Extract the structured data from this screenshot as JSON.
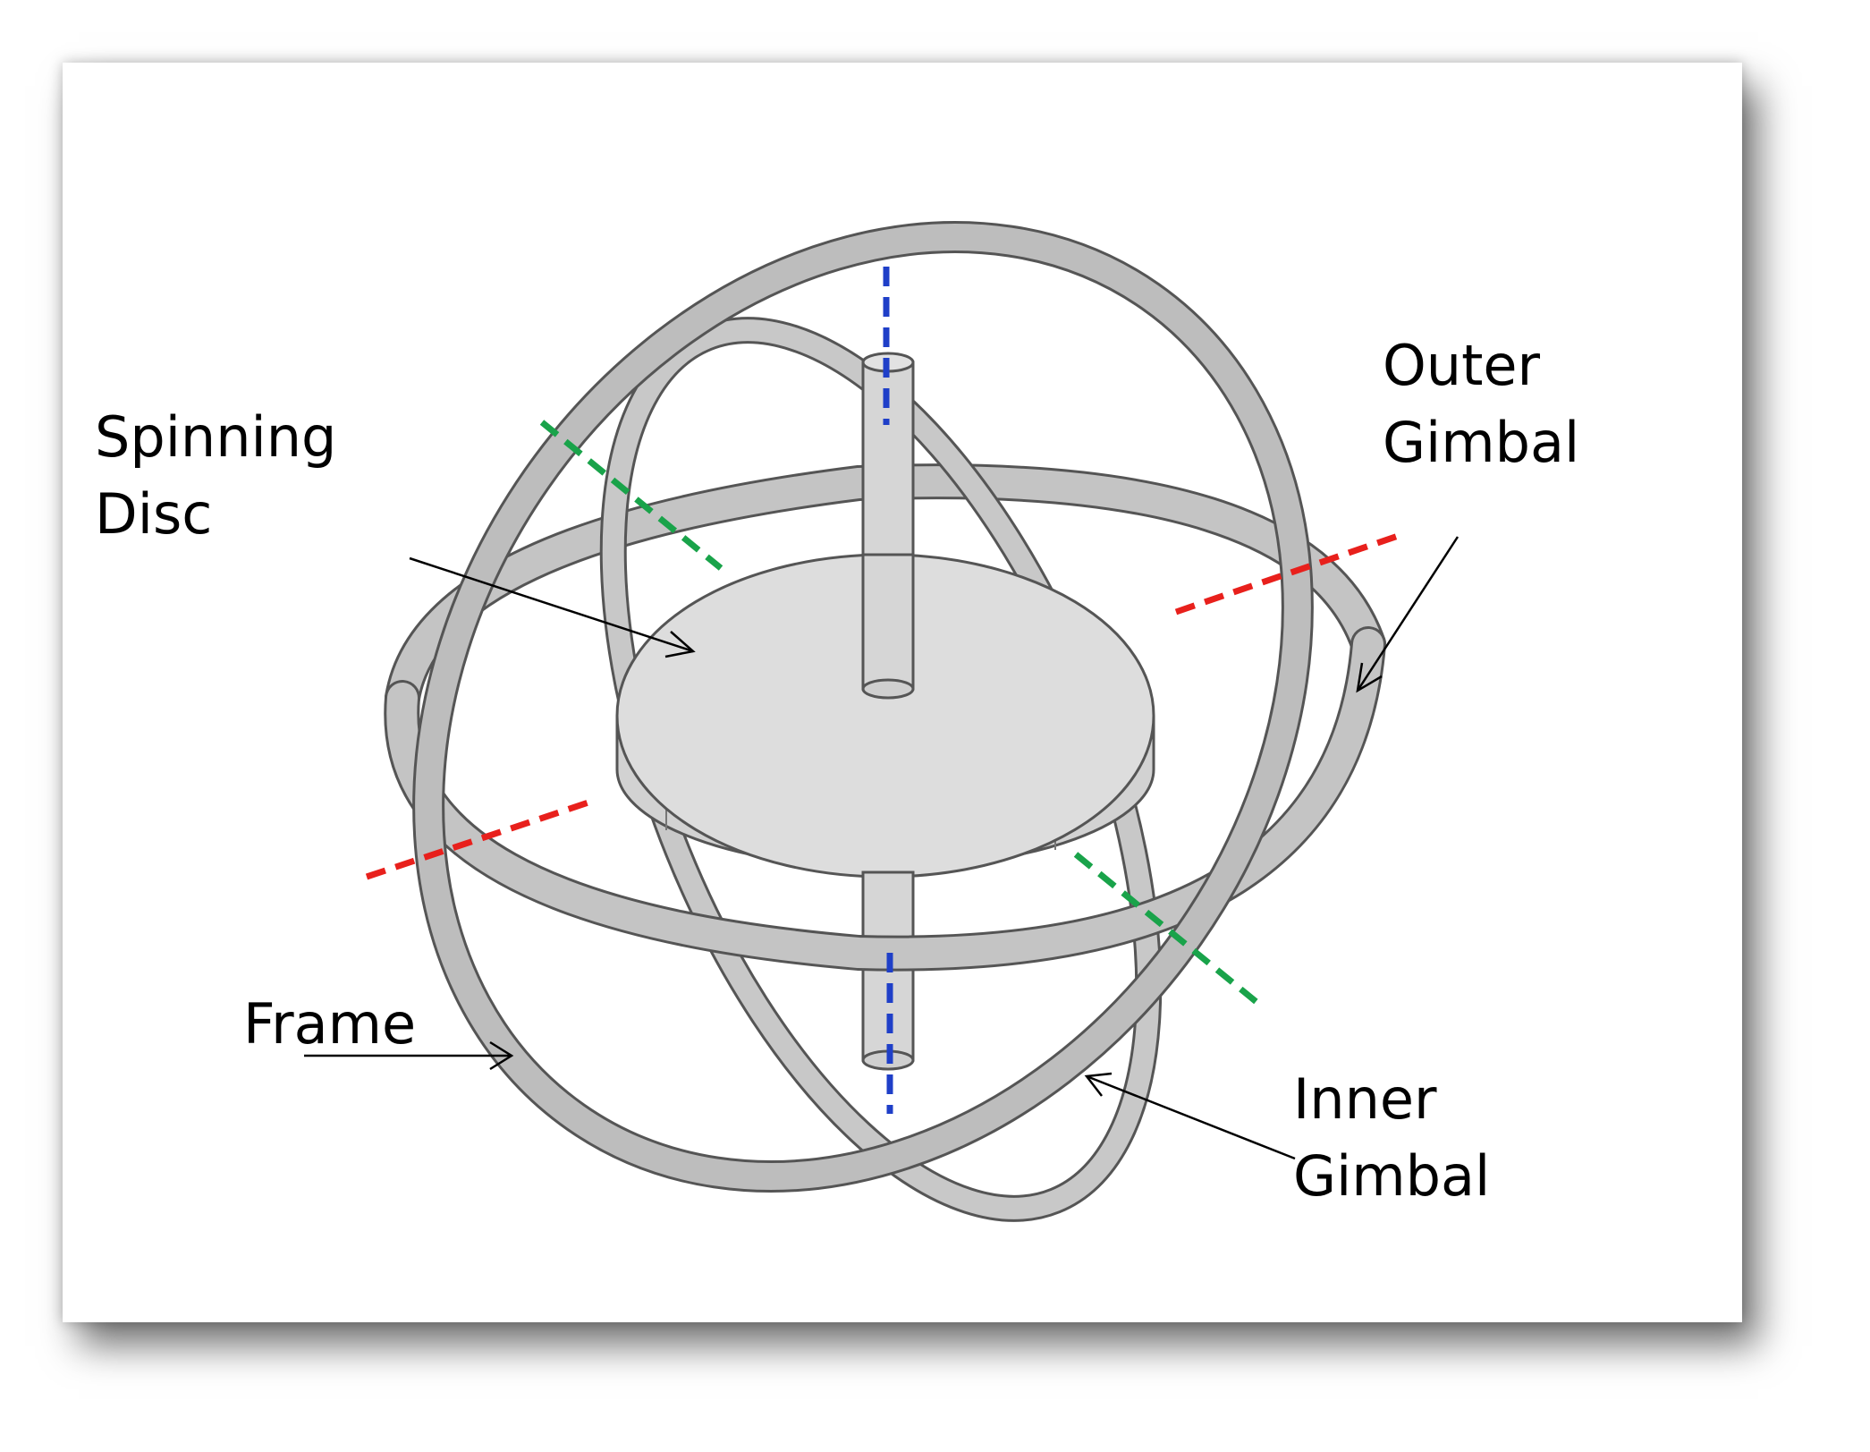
{
  "labels": {
    "spinning_disc": [
      "Spinning",
      "Disc"
    ],
    "outer_gimbal": [
      "Outer",
      "Gimbal"
    ],
    "frame": [
      "Frame"
    ],
    "inner_gimbal": [
      "Inner",
      "Gimbal"
    ]
  },
  "axis_colors": {
    "spin_axis": "#1f3fc8",
    "inner_gimbal_axis": "#19a34a",
    "outer_gimbal_axis": "#e8201c"
  },
  "part_colors": {
    "ring_face": "#bdbdbd",
    "ring_outline": "#555555",
    "disc_top": "#dcdcdc",
    "disc_side": "#cfcfcf",
    "shaft": "#d6d6d6"
  }
}
